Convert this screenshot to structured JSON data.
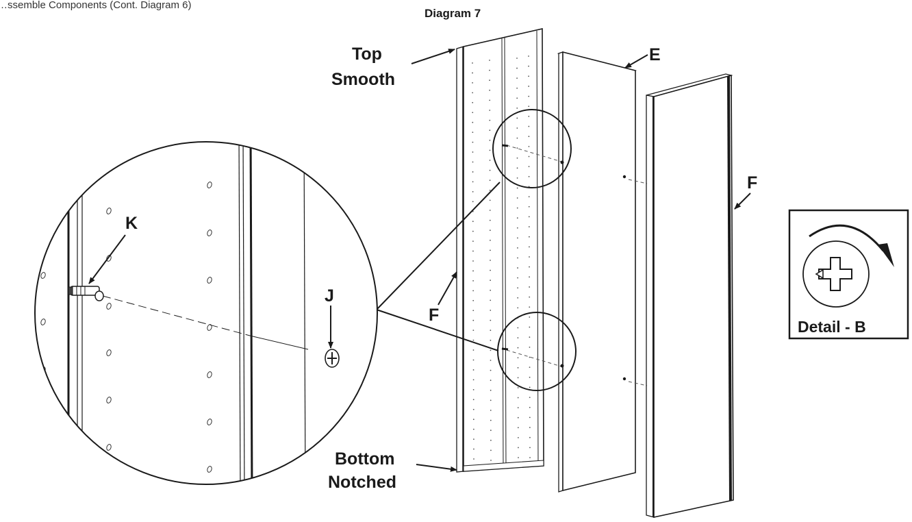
{
  "header": {
    "cut_text": "…ssemble Components (Cont. Diagram 6)",
    "title": "Diagram 7"
  },
  "labels": {
    "top_smooth_line1": "Top",
    "top_smooth_line2": "Smooth",
    "bottom_notched_line1": "Bottom",
    "bottom_notched_line2": "Notched",
    "panel_e": "E",
    "panel_f_right": "F",
    "panel_f_left": "F",
    "screw_j": "J",
    "cam_bolt_k": "K"
  },
  "detail": {
    "label": "Detail - B"
  }
}
